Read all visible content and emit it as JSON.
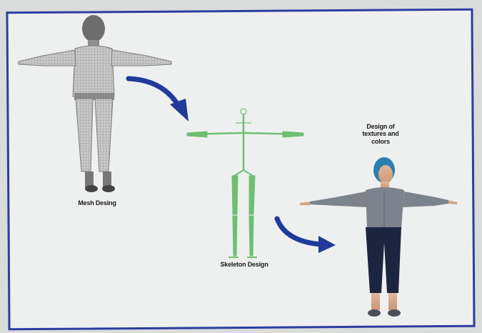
{
  "steps": [
    {
      "id": "mesh",
      "label": "Mesh Desing"
    },
    {
      "id": "skeleton",
      "label": "Skeleton Design"
    },
    {
      "id": "texture",
      "label": "Design of textures and colors"
    }
  ],
  "colors": {
    "frame": "#2a3ea0",
    "arrow": "#1f3a9a",
    "skeleton": "#6fbf73",
    "mesh": "#9a9a9a"
  }
}
